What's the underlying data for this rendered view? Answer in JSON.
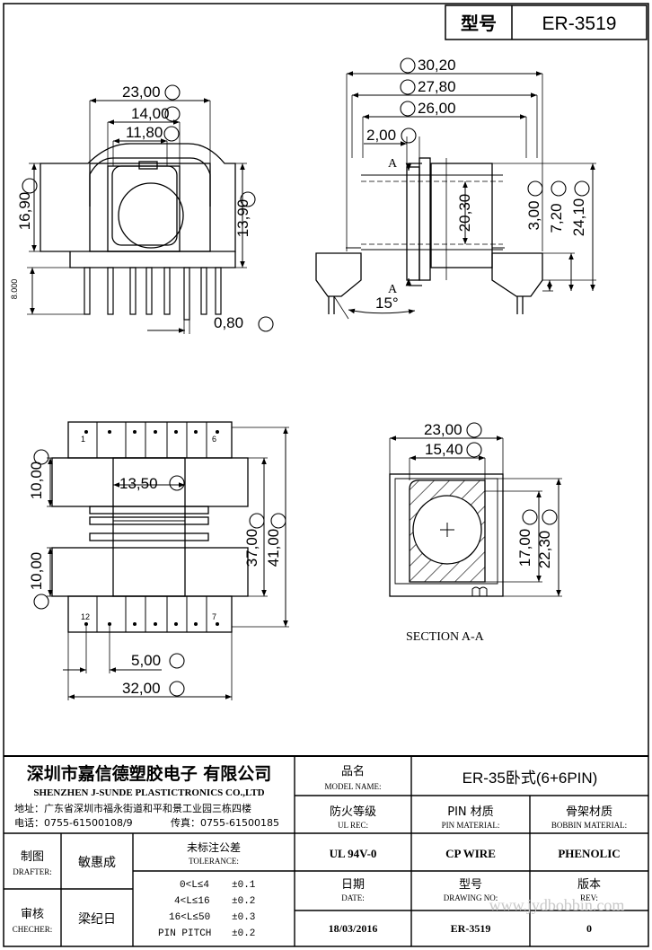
{
  "header": {
    "model_label": "型号",
    "model_value": "ER-3519"
  },
  "views": {
    "front": {
      "A": "23,00",
      "B": "14,00",
      "C": "11,80",
      "D": "16,90",
      "E": "13,90",
      "F": "0,80",
      "side": "8.000"
    },
    "side": {
      "G": "30,20",
      "H": "27,80",
      "I": "26,00",
      "J": "2,00",
      "K": "3,00",
      "L": "7,20",
      "M": "24,10",
      "core": "20,30",
      "angle": "15°",
      "section_mark": "A"
    },
    "bottom": {
      "N": "10,00",
      "O": "10,00",
      "P": "13,50",
      "Q": "37,00",
      "R": "41,00",
      "S": "5,00",
      "T": "32,00",
      "pins": [
        "1",
        "6",
        "12",
        "7"
      ]
    },
    "section": {
      "U": "23,00",
      "V": "15,40",
      "W": "17,00",
      "X": "22,30",
      "caption": "SECTION A-A"
    }
  },
  "title_block": {
    "company_cn": "深圳市嘉信德塑胶电子 有限公司",
    "company_en": "SHENZHEN J-SUNDE PLASTICTRONICS CO.,LTD",
    "address": "地址：广东省深圳市福永街道和平和景工业园三栋四楼",
    "phone": "电话：0755-61500108/9",
    "fax": "传真：0755-61500185",
    "model_name_cn": "品名",
    "model_name_en": "MODEL NAME:",
    "model_name_value": "ER-35卧式(6+6PIN)",
    "ul_cn": "防火等级",
    "ul_en": "UL REC:",
    "pin_cn": "PIN 材质",
    "pin_en": "PIN MATERIAL:",
    "bobbin_cn": "骨架材质",
    "bobbin_en": "BOBBIN MATERIAL:",
    "ul_value": "UL 94V-0",
    "pin_value": "CP WIRE",
    "bobbin_value": "PHENOLIC",
    "drafter_cn": "制图",
    "drafter_en": "DRAFTER:",
    "drafter_name": "敏惠成",
    "checker_cn": "审核",
    "checker_en": "CHECHER:",
    "checker_name": "梁纪日",
    "tolerance_cn": "未标注公差",
    "tolerance_en": "TOLERANCE:",
    "tolerances": [
      {
        "range": "0<L≤4",
        "value": "±0.1"
      },
      {
        "range": "4<L≤16",
        "value": "±0.2"
      },
      {
        "range": "16<L≤50",
        "value": "±0.3"
      },
      {
        "range": "PIN PITCH",
        "value": "±0.2"
      }
    ],
    "date_cn": "日期",
    "date_en": "DATE:",
    "date_value": "18/03/2016",
    "drawing_no_cn": "型号",
    "drawing_no_en": "DRAWING NO:",
    "drawing_no_value": "ER-3519",
    "rev_cn": "版本",
    "rev_en": "REV:",
    "rev_value": "0"
  },
  "watermark": "www.jydbobbin.com"
}
